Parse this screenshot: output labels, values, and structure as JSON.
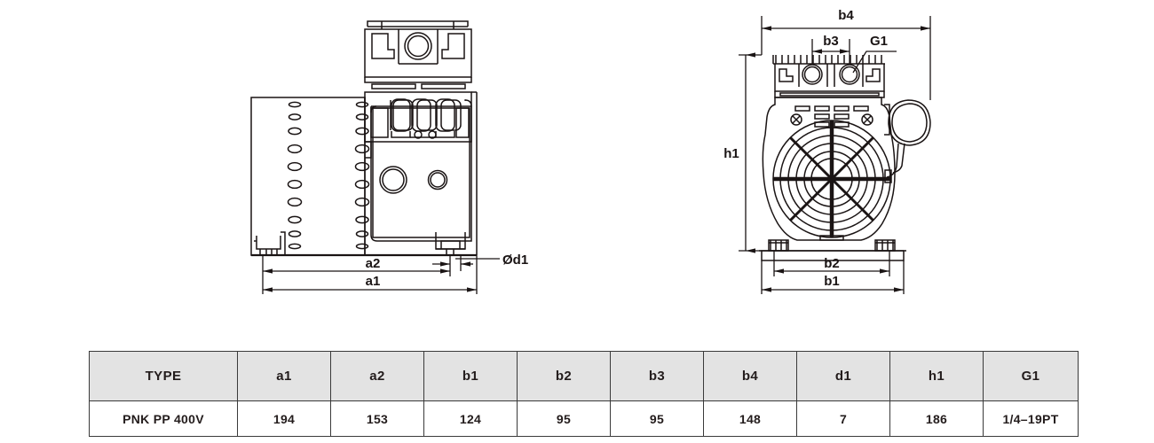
{
  "drawing": {
    "title": "",
    "views": [
      {
        "name": "side-view",
        "dimension_labels": [
          {
            "key": "a1",
            "text": "a1"
          },
          {
            "key": "a2",
            "text": "a2"
          },
          {
            "key": "d1",
            "text": "Ød1"
          }
        ]
      },
      {
        "name": "front-view",
        "dimension_labels": [
          {
            "key": "b4",
            "text": "b4"
          },
          {
            "key": "b3",
            "text": "b3"
          },
          {
            "key": "g1",
            "text": "G1"
          },
          {
            "key": "h1",
            "text": "h1"
          },
          {
            "key": "b2",
            "text": "b2"
          },
          {
            "key": "b1",
            "text": "b1"
          }
        ]
      }
    ],
    "line_color": "#1a1414",
    "background_color": "#ffffff"
  },
  "spec_table": {
    "columns": [
      {
        "key": "type",
        "label": "TYPE"
      },
      {
        "key": "a1",
        "label": "a1"
      },
      {
        "key": "a2",
        "label": "a2"
      },
      {
        "key": "b1",
        "label": "b1"
      },
      {
        "key": "b2",
        "label": "b2"
      },
      {
        "key": "b3",
        "label": "b3"
      },
      {
        "key": "b4",
        "label": "b4"
      },
      {
        "key": "d1",
        "label": "d1"
      },
      {
        "key": "h1",
        "label": "h1"
      },
      {
        "key": "g1",
        "label": "G1"
      }
    ],
    "rows": [
      {
        "type": "PNK PP  400V",
        "a1": "194",
        "a2": "153",
        "b1": "124",
        "b2": "95",
        "b3": "95",
        "b4": "148",
        "d1": "7",
        "h1": "186",
        "g1": "1/4–19PT"
      }
    ],
    "header_background": "#e3e3e3",
    "border_color": "#3a3a3a",
    "text_color": "#231c1c"
  }
}
